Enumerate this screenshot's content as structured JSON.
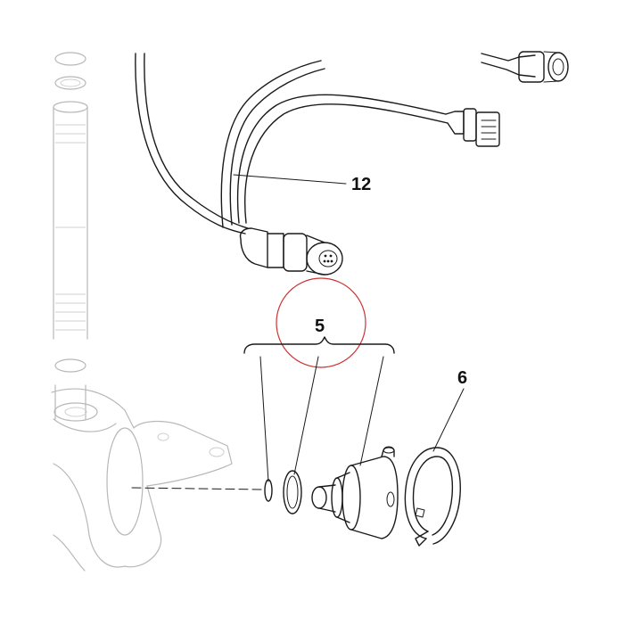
{
  "labels": {
    "cable": "12",
    "kit": "5",
    "ring": "6"
  },
  "colors": {
    "ink": "#1a1a1a",
    "ghost": "#b8b8b8",
    "highlight_circle": "#cc3333"
  }
}
